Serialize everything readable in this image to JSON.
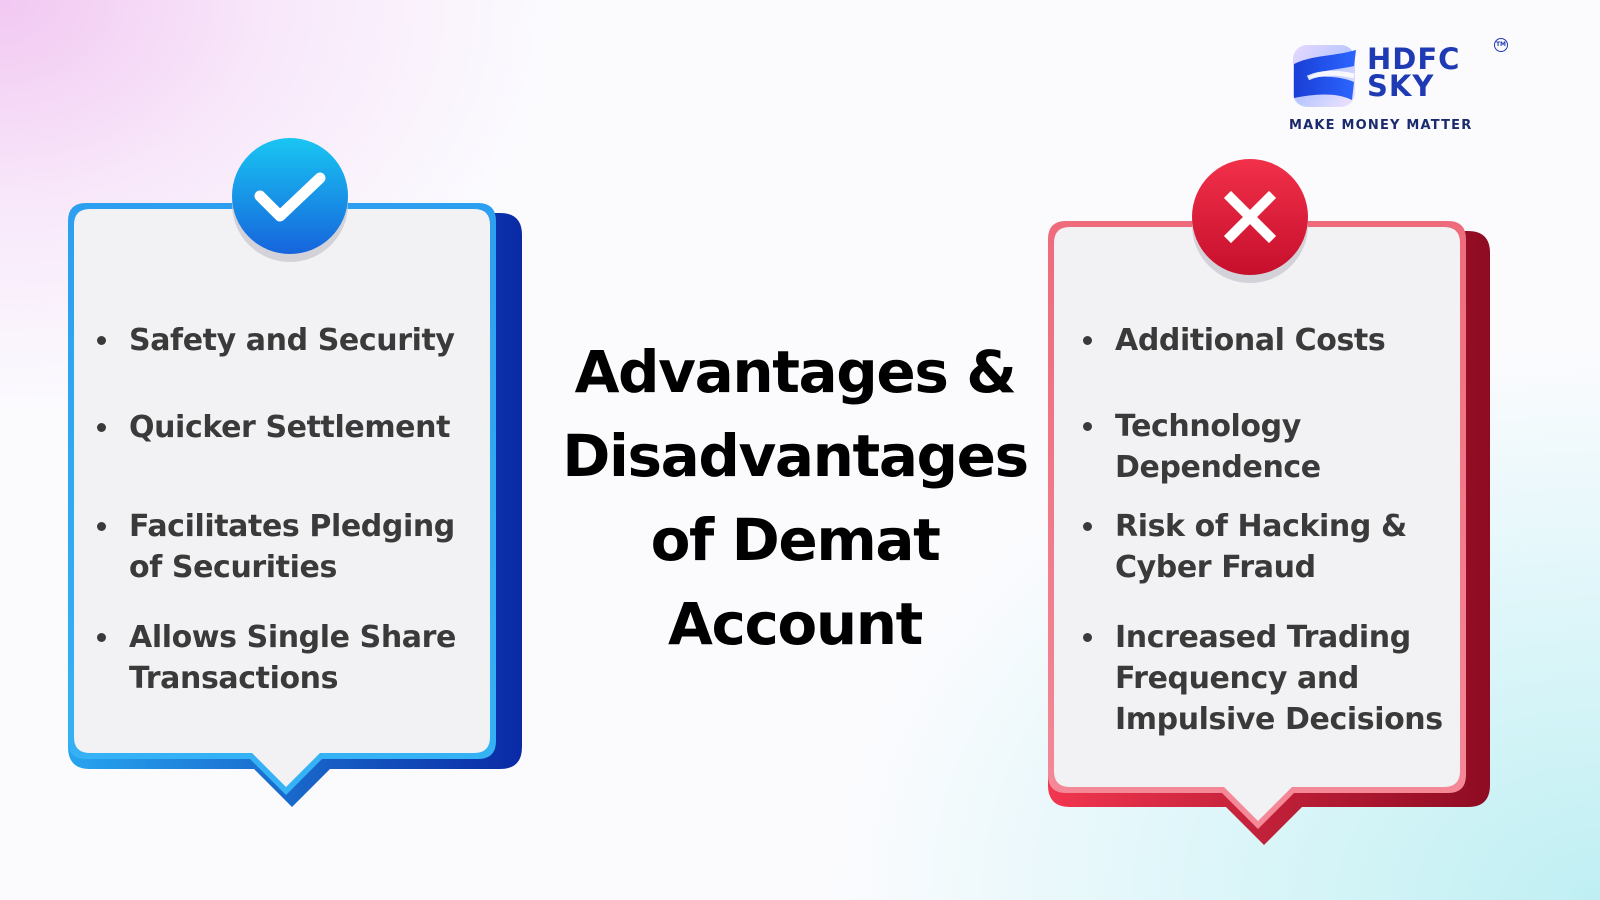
{
  "brand": {
    "name_line1": "HDFC",
    "name_line2": "SKY",
    "tm": "TM",
    "tagline": "MAKE MONEY MATTER"
  },
  "title": {
    "lines": [
      "Advantages &",
      "Disadvantages",
      "of Demat",
      "Account"
    ]
  },
  "advantages": {
    "icon": "checkmark-icon",
    "items": [
      [
        "Safety and Security"
      ],
      [
        "Quicker Settlement"
      ],
      [
        "Facilitates Pledging",
        "of Securities"
      ],
      [
        "Allows Single Share",
        "Transactions"
      ]
    ]
  },
  "disadvantages": {
    "icon": "cross-icon",
    "items": [
      [
        "Additional Costs"
      ],
      [
        "Technology",
        "Dependence"
      ],
      [
        "Risk of Hacking &",
        "Cyber Fraud"
      ],
      [
        "Increased Trading",
        "Frequency and",
        "Impulsive Decisions"
      ]
    ]
  },
  "colors": {
    "advantage_accent": "#1e88e5",
    "advantage_dark": "#0d2fa0",
    "disadvantage_accent": "#e8334a",
    "disadvantage_dark": "#a8102a",
    "card_fill": "#f2f2f4",
    "text": "#3a3a3a"
  }
}
